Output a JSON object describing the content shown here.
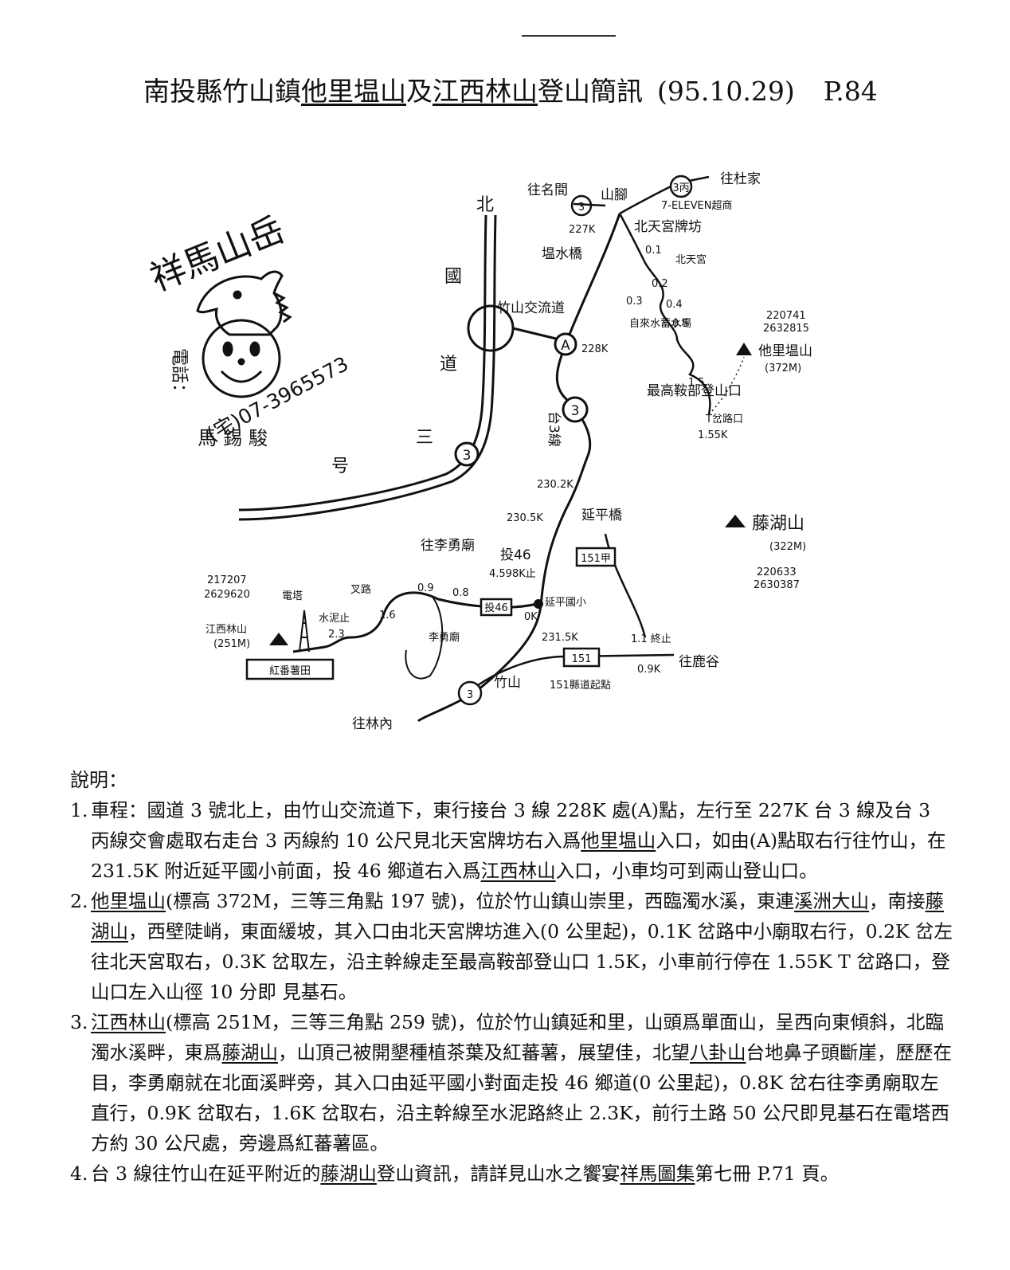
{
  "title": {
    "prefix": "南投縣竹山鎮",
    "peak1": "他里塭山",
    "joiner": "及",
    "peak2": "江西林山",
    "suffix": "登山簡訊",
    "date": "(95.10.29)",
    "page_ref": "P.84"
  },
  "stamp": {
    "name_top": "祥馬山岳",
    "contact_label": "電話：",
    "phone": "(宅)07-3965573",
    "author": "馬錫駿"
  },
  "map": {
    "highway_chars": [
      "北",
      "國",
      "道",
      "三",
      "号"
    ],
    "interchange": "竹山交流道",
    "route_labels": [
      "往名間",
      "往杜家",
      "往鹿谷",
      "往李勇廟",
      "往林內"
    ],
    "places": [
      "山腳",
      "7-ELEVEN超商",
      "北天宮牌坊",
      "北天宮",
      "塭水橋",
      "自來水蓄水場",
      "延平橋",
      "延平國小",
      "竹山",
      "151縣道起點",
      "電塔",
      "水泥止",
      "李勇廟",
      "紅番薯田",
      "叉路",
      "最高鞍部登山口",
      "T岔路口"
    ],
    "peaks": [
      {
        "name": "他里塭山",
        "elev": "(372M)",
        "coord1": "220741",
        "coord2": "2632815"
      },
      {
        "name": "藤湖山",
        "elev": "(322M)",
        "coord1": "220633",
        "coord2": "2630387"
      },
      {
        "name": "江西林山",
        "elev": "(251M)",
        "coord1": "217207",
        "coord2": "2629620"
      }
    ],
    "km_marks": [
      "227K",
      "228K",
      "230.2K",
      "230.5K",
      "231.5K",
      "0.1",
      "0.2",
      "0.3",
      "0.4",
      "0.5",
      "1.5",
      "1.55K",
      "0.9",
      "0.8",
      "1.6",
      "2.3",
      "0K",
      "1.1 終止",
      "0.9K"
    ],
    "road_badges": [
      "3",
      "3丙",
      "A",
      "3",
      "3",
      "151甲",
      "151",
      "投46"
    ],
    "notes": [
      "投46",
      "4.598K止",
      "台3線",
      "竹山"
    ]
  },
  "notes": {
    "heading": "說明：",
    "items": [
      {
        "num": "1.",
        "parts": [
          {
            "t": "車程：國道 3 號北上，由竹山交流道下，東行接台 3 線 228K 處(A)點，左行至 227K 台 3 線及台 3 丙線交會處取右走台 3 丙線約 10 公尺見北天宮牌坊右入爲"
          },
          {
            "t": "他里塭山",
            "u": true
          },
          {
            "t": "入口，如由(A)點取右行往竹山，在 231.5K 附近延平國小前面，投 46 鄉道右入爲"
          },
          {
            "t": "江西林山",
            "u": true
          },
          {
            "t": "入口，小車均可到兩山登山口。"
          }
        ]
      },
      {
        "num": "2.",
        "parts": [
          {
            "t": "他里塭山",
            "u": true
          },
          {
            "t": "(標高 372M，三等三角點 197 號)，位於竹山鎮山崇里，西臨濁水溪，東連"
          },
          {
            "t": "溪洲大山",
            "u": true
          },
          {
            "t": "，南接"
          },
          {
            "t": "藤湖山",
            "u": true
          },
          {
            "t": "，西壁陡峭，東面緩坡，其入口由北天宮牌坊進入(0 公里起)，0.1K 岔路中小廟取右行，0.2K 岔左往北天宮取右，0.3K 岔取左，沿主幹線走至最高鞍部登山口 1.5K，小車前行停在 1.55K T 岔路口，登山口左入山徑 10 分即 見基石。"
          }
        ]
      },
      {
        "num": "3.",
        "parts": [
          {
            "t": "江西林山",
            "u": true
          },
          {
            "t": "(標高 251M，三等三角點 259 號)，位於竹山鎮延和里，山頭爲單面山，呈西向東傾斜，北臨濁水溪畔，東爲"
          },
          {
            "t": "藤湖山",
            "u": true
          },
          {
            "t": "，山頂己被開墾種植茶葉及紅蕃薯，展望佳，北望"
          },
          {
            "t": "八卦山",
            "u": true
          },
          {
            "t": "台地鼻子頭斷崖，歷歷在目，李勇廟就在北面溪畔旁，其入口由延平國小對面走投 46 鄉道(0 公里起)，0.8K 岔右往李勇廟取左直行，0.9K 岔取右，1.6K 岔取右，沿主幹線至水泥路終止 2.3K，前行土路 50 公尺即見基石在電塔西方約 30 公尺處，旁邊爲紅蕃薯區。"
          }
        ]
      },
      {
        "num": "4.",
        "parts": [
          {
            "t": "台 3 線往竹山在延平附近的"
          },
          {
            "t": "藤湖山",
            "u": true
          },
          {
            "t": "登山資訊，請詳見山水之饗宴"
          },
          {
            "t": "祥馬圖集",
            "u": true
          },
          {
            "t": "第七冊 P.71 頁。"
          }
        ]
      }
    ]
  }
}
